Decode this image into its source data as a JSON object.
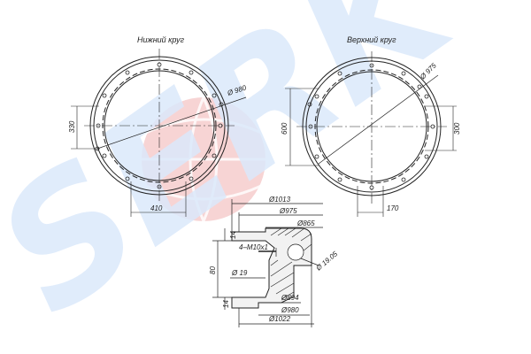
{
  "watermark": {
    "text": "SERK",
    "color_blue": "#d6e6fb",
    "color_red": "#f7d4d4"
  },
  "views": {
    "lower_ring": {
      "title": "Нижний круг",
      "dia": "Ø 980",
      "height_dim": "330",
      "width_dim": "410"
    },
    "upper_ring": {
      "title": "Верхний круг",
      "dia": "Ø 975",
      "height_dim": "600",
      "side_dim": "300",
      "width_dim": "170"
    }
  },
  "section": {
    "d1013": "Ø1013",
    "d975": "Ø975",
    "d865": "Ø865",
    "thread": "4–M10x1",
    "h14_top": "14",
    "h80": "80",
    "d19": "Ø 19",
    "d19_05": "Ø 19.05",
    "h14_bottom": "14",
    "d894": "Ø894",
    "d980": "Ø980",
    "d1022": "Ø1022"
  }
}
